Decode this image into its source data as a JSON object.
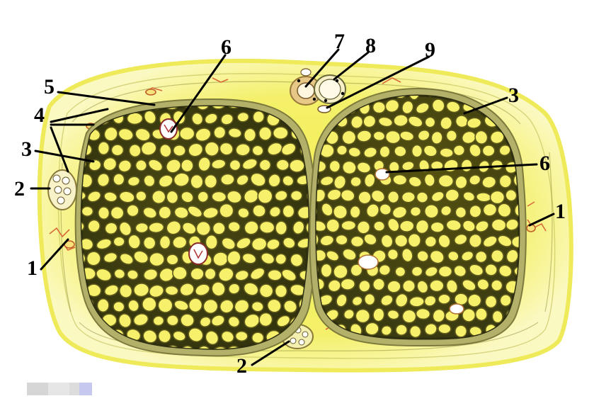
{
  "labels": {
    "1": "1",
    "2": "2",
    "3": "3",
    "4": "4",
    "5": "5",
    "6": "6",
    "7": "7",
    "8": "8",
    "9": "9"
  },
  "colors": {
    "background": "#ffffff",
    "connective_tissue": "#f2ee5a",
    "halo": "#fbf79a",
    "fiber_fill": "#f6f06a",
    "myelin_ring": "#5f5a1c",
    "perineurium": "#9c9a6a",
    "fascicle_border": "#3a3a18",
    "vessel": "#d86a3a",
    "label": "#000000"
  }
}
